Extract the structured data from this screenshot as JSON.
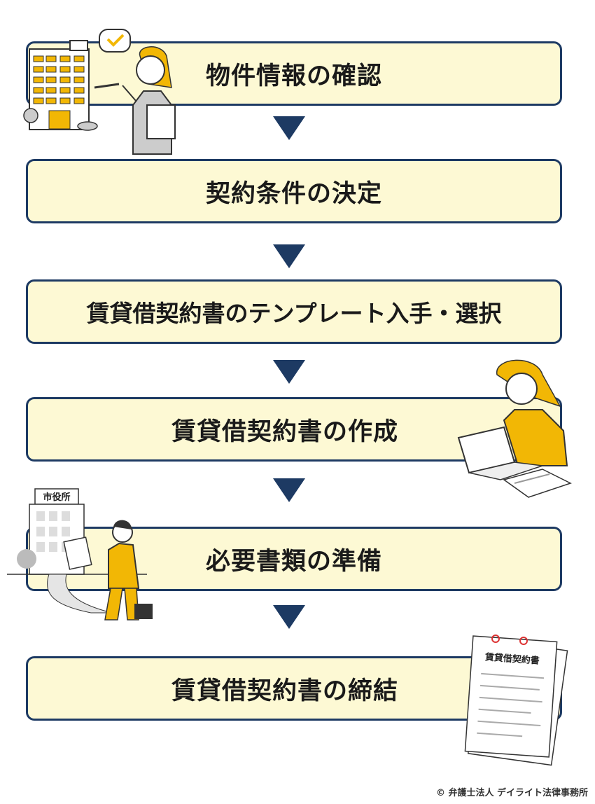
{
  "steps": [
    {
      "label": "物件情報の確認"
    },
    {
      "label": "契約条件の決定"
    },
    {
      "label": "賃貸借契約書のテンプレート入手・選択"
    },
    {
      "label": "賃貸借契約書の作成"
    },
    {
      "label": "必要書類の準備"
    },
    {
      "label": "賃貸借契約書の締結"
    }
  ],
  "illustrations": {
    "city_hall_sign": "市役所",
    "contract_doc_title": "賃貸借契約書"
  },
  "credit": "© 弁護士法人 デイライト法律事務所",
  "colors": {
    "box_fill": "#fdf9d4",
    "box_border": "#1d3a63",
    "arrow": "#1d3a63",
    "accent": "#f2b705"
  }
}
